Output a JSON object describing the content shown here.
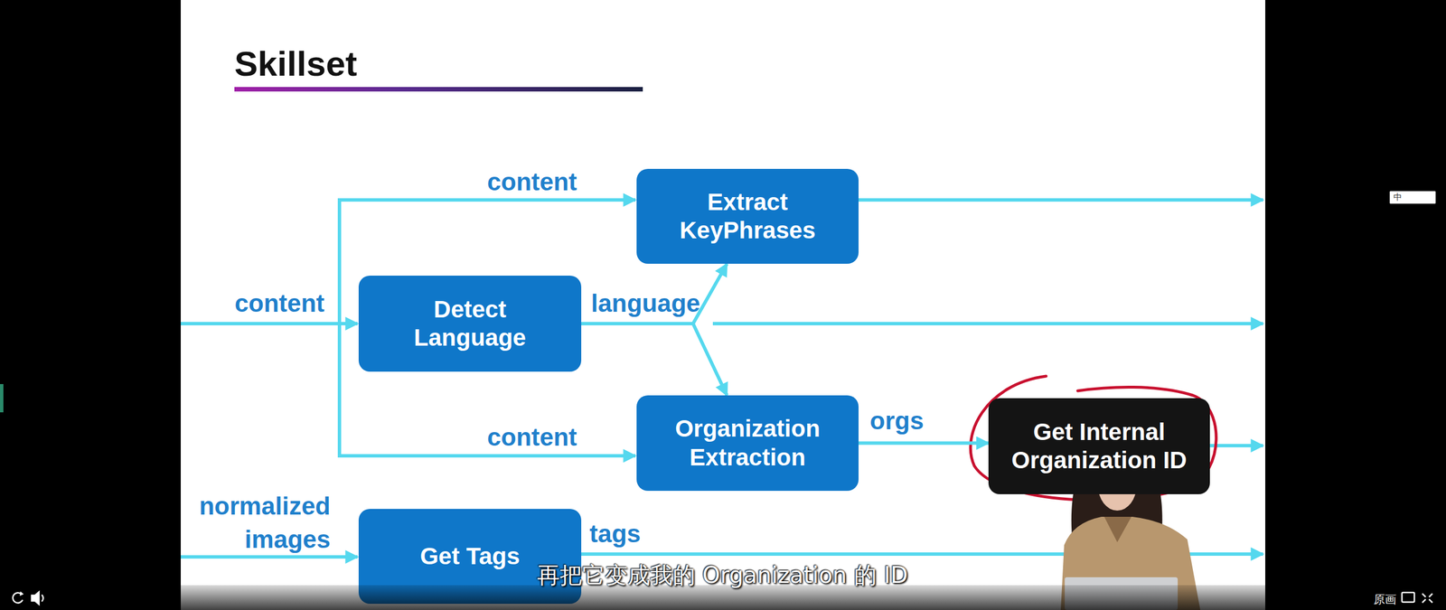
{
  "diagram": {
    "title": "Skillset",
    "nodes": [
      {
        "text": [
          "Extract KeyPhrases"
        ]
      },
      {
        "text": [
          "Detect Language"
        ]
      },
      {
        "text": [
          "Organization Extraction"
        ]
      },
      {
        "text": [
          "Get Internal Organization ID"
        ]
      },
      {
        "text": [
          "Get Tags"
        ]
      }
    ],
    "edges": [
      {
        "from": 1,
        "to": 0,
        "arrow": "to"
      },
      {
        "from": 1,
        "to": 2,
        "arrow": "to"
      },
      {
        "from": 2,
        "to": 3,
        "label": "orgs",
        "arrow": "to"
      }
    ],
    "labels": [
      "content",
      "content",
      "language",
      "content",
      "normalized images",
      "tags",
      "再把它变成我的 Organization 的 ID",
      "中",
      "原画"
    ]
  }
}
